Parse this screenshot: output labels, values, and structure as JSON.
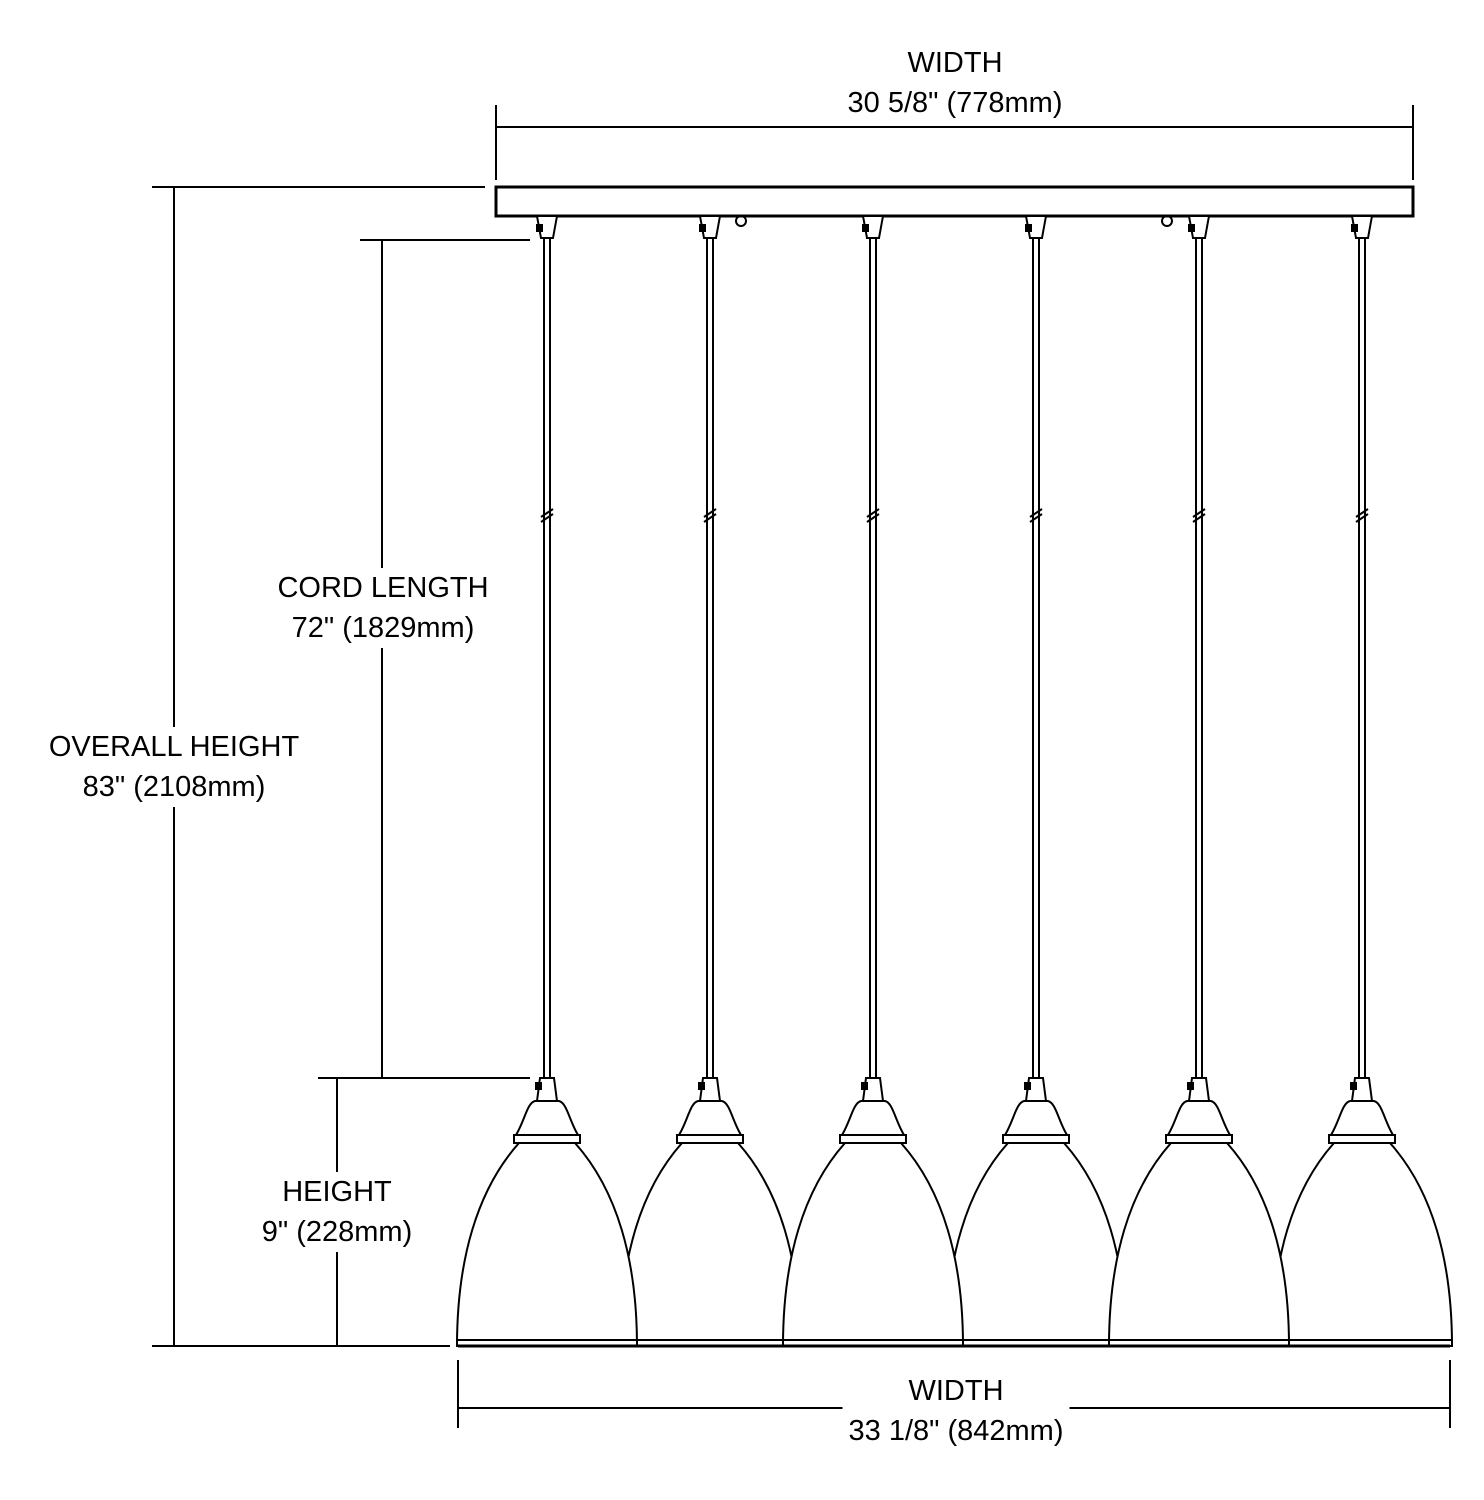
{
  "dimensions": {
    "top_width": {
      "label": "WIDTH",
      "value": "30 5/8\" (778mm)"
    },
    "overall_height": {
      "label": "OVERALL HEIGHT",
      "value": "83\" (2108mm)"
    },
    "cord_length": {
      "label": "CORD LENGTH",
      "value": "72\" (1829mm)"
    },
    "shade_height": {
      "label": "HEIGHT",
      "value": "9\" (228mm)"
    },
    "bottom_width": {
      "label": "WIDTH",
      "value": "33 1/8\" (842mm)"
    }
  },
  "pendant_count": 6,
  "line_color": "#000000"
}
